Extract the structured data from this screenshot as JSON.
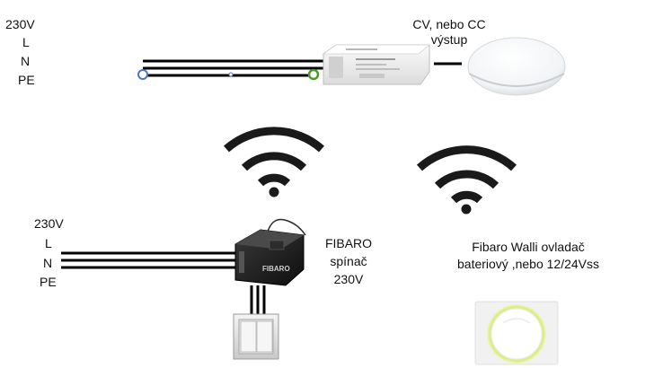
{
  "top_circuit": {
    "supply_labels": [
      "230V",
      "L",
      "N",
      "PE"
    ],
    "output_label_line1": "CV, nebo CC",
    "output_label_line2": "výstup",
    "driver_icon": "led-driver-icon",
    "lamp_icon": "ceiling-lamp-icon"
  },
  "bottom_circuit": {
    "supply_labels": [
      "230V",
      "L",
      "N",
      "PE"
    ],
    "switch_label_line1": "FIBARO",
    "switch_label_line2": "spínač",
    "switch_label_line3": "230V",
    "module_brand": "FIBARO",
    "module_icon": "fibaro-module-icon",
    "wall_switch_icon": "wall-switch-icon"
  },
  "wireless": {
    "icon": "wifi-icon",
    "walli_label_line1": "Fibaro Walli ovladač",
    "walli_label_line2": "bateriový ,nebo 12/24Vss",
    "walli_icon": "walli-controller-icon"
  },
  "colors": {
    "wire": "#000000",
    "driver_body": "#f3f3f3",
    "module_body": "#1b1b1b",
    "terminal_blue": "#4a78b8",
    "terminal_green": "#4c9a2a",
    "walli_ring": "#cfe66a"
  }
}
